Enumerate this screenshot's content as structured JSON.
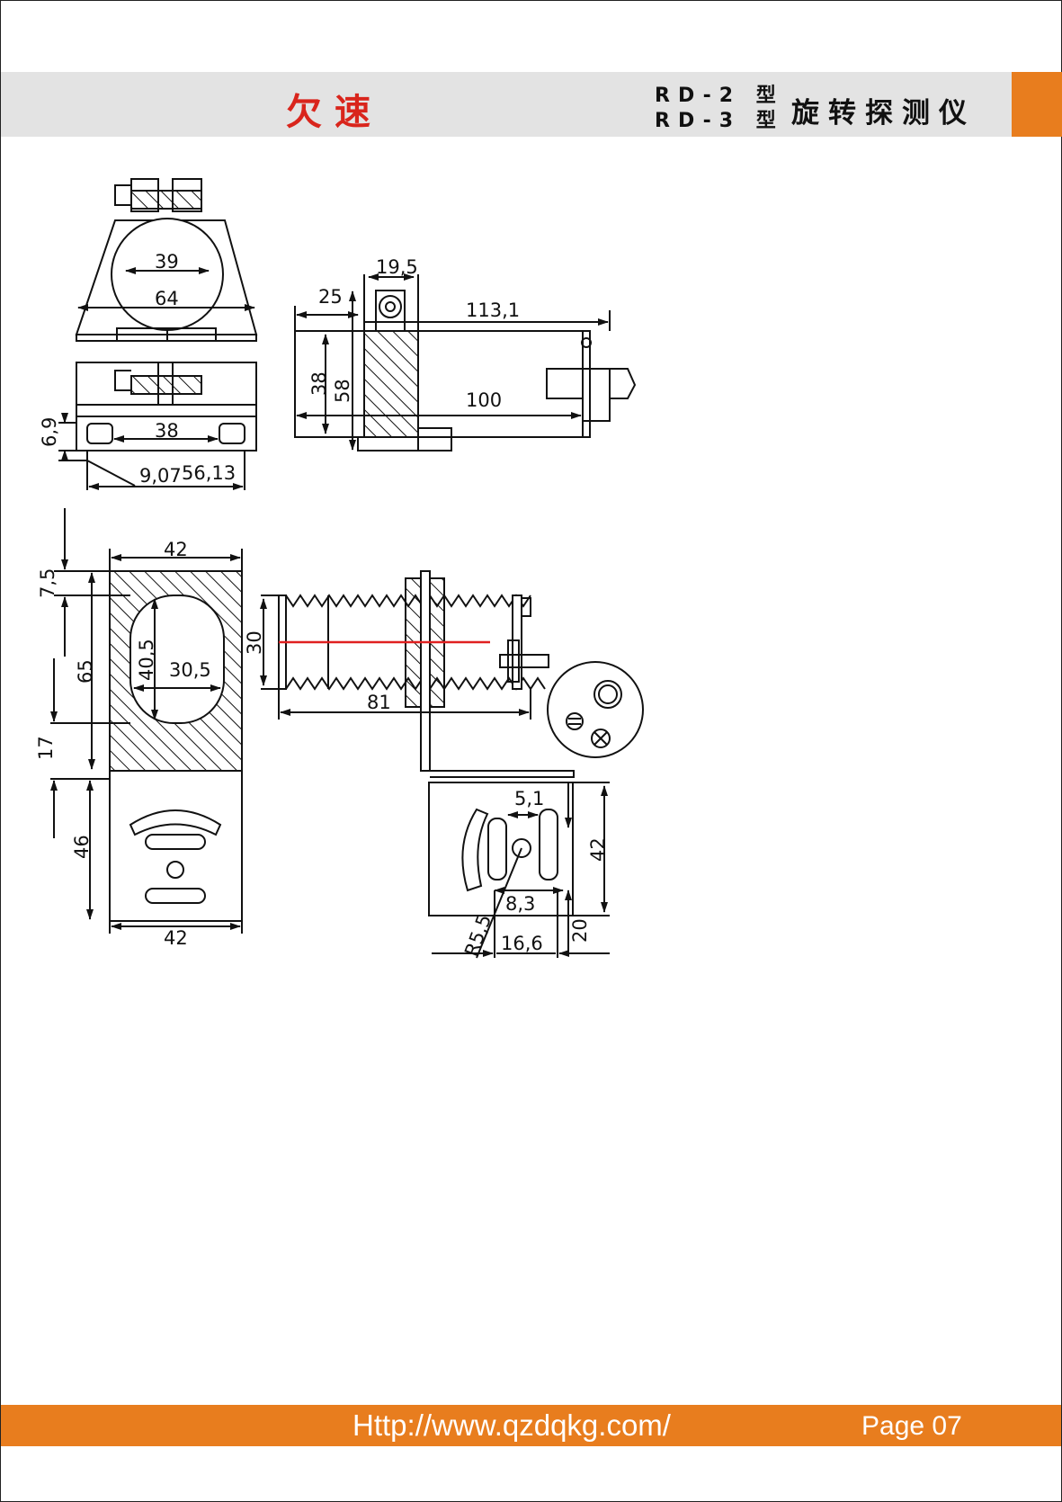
{
  "header": {
    "title": "欠速",
    "model_line1": "RD-2 型",
    "model_line2": "RD-3 型",
    "product_name": "旋转探测仪"
  },
  "footer": {
    "url": "Http://www.qzdqkg.com/",
    "page": "Page 07"
  },
  "colors": {
    "accent": "#e87d1e",
    "header_bg": "#e3e3e3",
    "title_red": "#d9251c",
    "center_line": "#e02020"
  },
  "dimensions": {
    "front_inner_dia": "39",
    "front_width": "64",
    "slot_spacing": "38",
    "slot_height": "6,9",
    "offset": "9,07",
    "overall_len": "56,13",
    "side_top_width": "19,5",
    "side_offset": "25",
    "side_total_len": "113,1",
    "side_h1": "38",
    "side_h2": "58",
    "side_body_len": "100",
    "plate_width_top": "42",
    "plate_top_margin": "7,5",
    "plate_hole_h": "40,5",
    "plate_hole_w": "30,5",
    "plate_upper_h": "65",
    "plate_mid_h": "17",
    "plate_lower_h": "46",
    "plate_width_bottom": "42",
    "cyl_dia": "30",
    "cyl_len": "81",
    "brk_slot_gap": "5,1",
    "brk_height": "42",
    "brk_hole_spacing": "8,3",
    "brk_radius": "R5,5",
    "brk_width": "16,6",
    "brk_depth": "20"
  }
}
